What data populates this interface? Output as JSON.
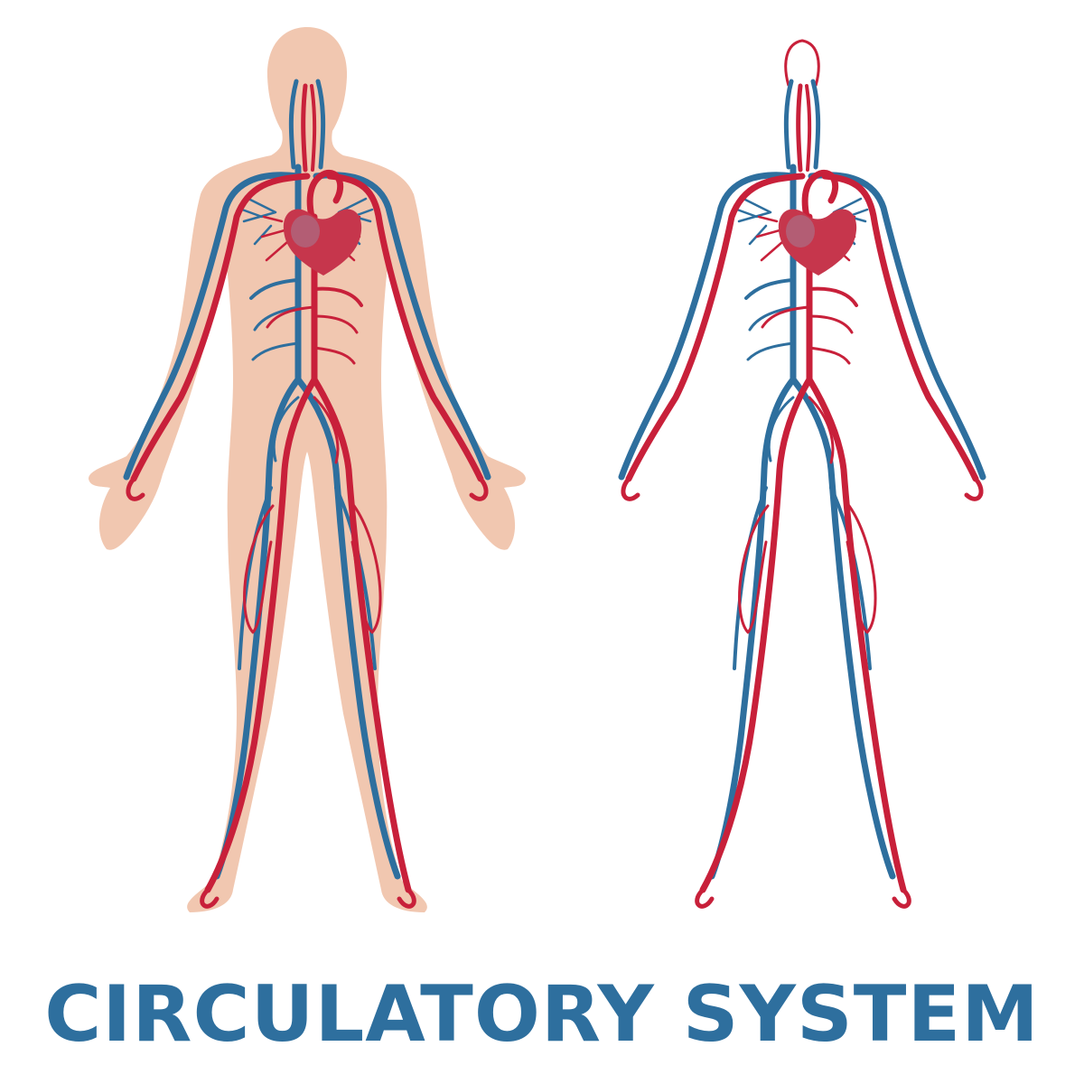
{
  "title": "CIRCULATORY SYSTEM",
  "colors": {
    "skin": "#f1c7b0",
    "artery": "#c8203a",
    "vein": "#2e6f9e",
    "heart": "#c6364c",
    "title": "#2e6f9e",
    "background": "#ffffff"
  },
  "figures": [
    {
      "id": "figure-with-body-outline",
      "body_outline": true
    },
    {
      "id": "figure-vessels-only",
      "body_outline": false
    }
  ]
}
